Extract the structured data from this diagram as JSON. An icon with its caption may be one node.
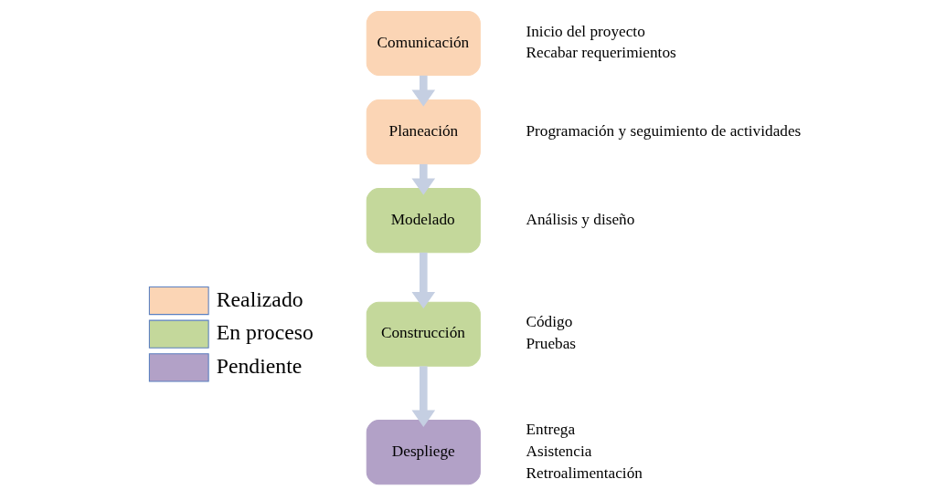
{
  "diagram": {
    "nodes": [
      {
        "text": [
          "Comunicación"
        ],
        "beside": [
          "Inicio del proyecto",
          "Recabar requerimientos"
        ]
      },
      {
        "text": [
          "Planeación"
        ],
        "beside": [
          "Programación y seguimiento de actividades"
        ]
      },
      {
        "text": [
          "Modelado"
        ],
        "beside": [
          "Análisis y diseño"
        ]
      },
      {
        "text": [
          "Construcción"
        ],
        "beside": [
          "Código",
          "Pruebas"
        ]
      },
      {
        "text": [
          "Despliege"
        ],
        "beside": [
          "Entrega",
          "Asistencia",
          "Retroalimentación"
        ]
      }
    ],
    "edges": [
      {
        "from": 0,
        "to": 1,
        "arrow": "to"
      },
      {
        "from": 1,
        "to": 2,
        "arrow": "to"
      },
      {
        "from": 2,
        "to": 3,
        "arrow": "to"
      },
      {
        "from": 3,
        "to": 4,
        "arrow": "to"
      }
    ],
    "legend": [
      {
        "text": "Realizado",
        "color": "#fbd5b5"
      },
      {
        "text": "En proceso",
        "color": "#c4d89b"
      },
      {
        "text": "Pendiente",
        "color": "#b2a1c7"
      }
    ]
  }
}
